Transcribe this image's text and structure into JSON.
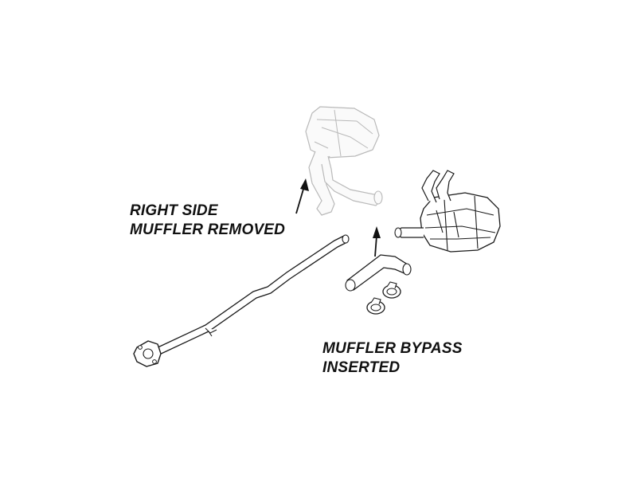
{
  "callouts": {
    "removed": {
      "line1": "RIGHT SIDE",
      "line2": "MUFFLER REMOVED"
    },
    "bypass": {
      "line1": "MUFFLER BYPASS",
      "line2": "INSERTED"
    }
  },
  "colors": {
    "ink": "#1a1a1a",
    "ghost_line": "#b9b9b9",
    "background": "#ffffff"
  }
}
